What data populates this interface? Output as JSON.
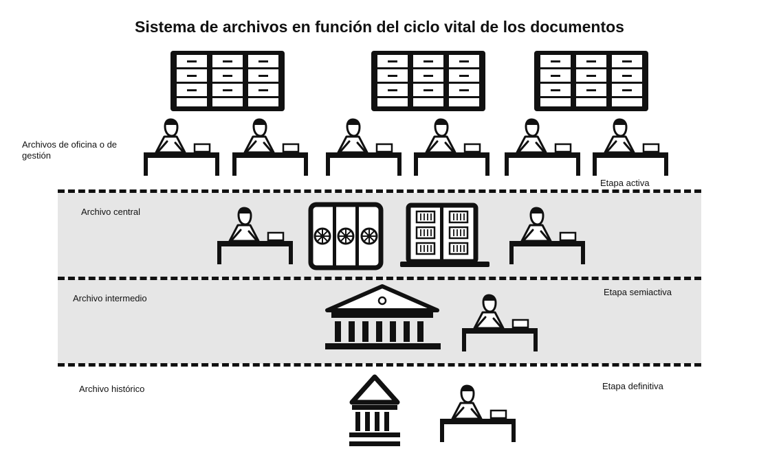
{
  "title": "Sistema de archivos en función del ciclo vital de los documentos",
  "levels": {
    "oficina": "Archivos de oficina o de gestión",
    "central": "Archivo central",
    "intermedio": "Archivo intermedio",
    "historico": "Archivo histórico"
  },
  "stages": {
    "activa": "Etapa activa",
    "semiactiva": "Etapa semiactiva",
    "definitiva": "Etapa definitiva"
  },
  "icons": {
    "cabinet": "filing-cabinet-icon",
    "worker": "clerk-at-desk-icon",
    "shelving": "mobile-shelving-icon",
    "rack": "storage-rack-icon",
    "building": "archive-building-icon",
    "temple": "historical-archive-icon"
  }
}
